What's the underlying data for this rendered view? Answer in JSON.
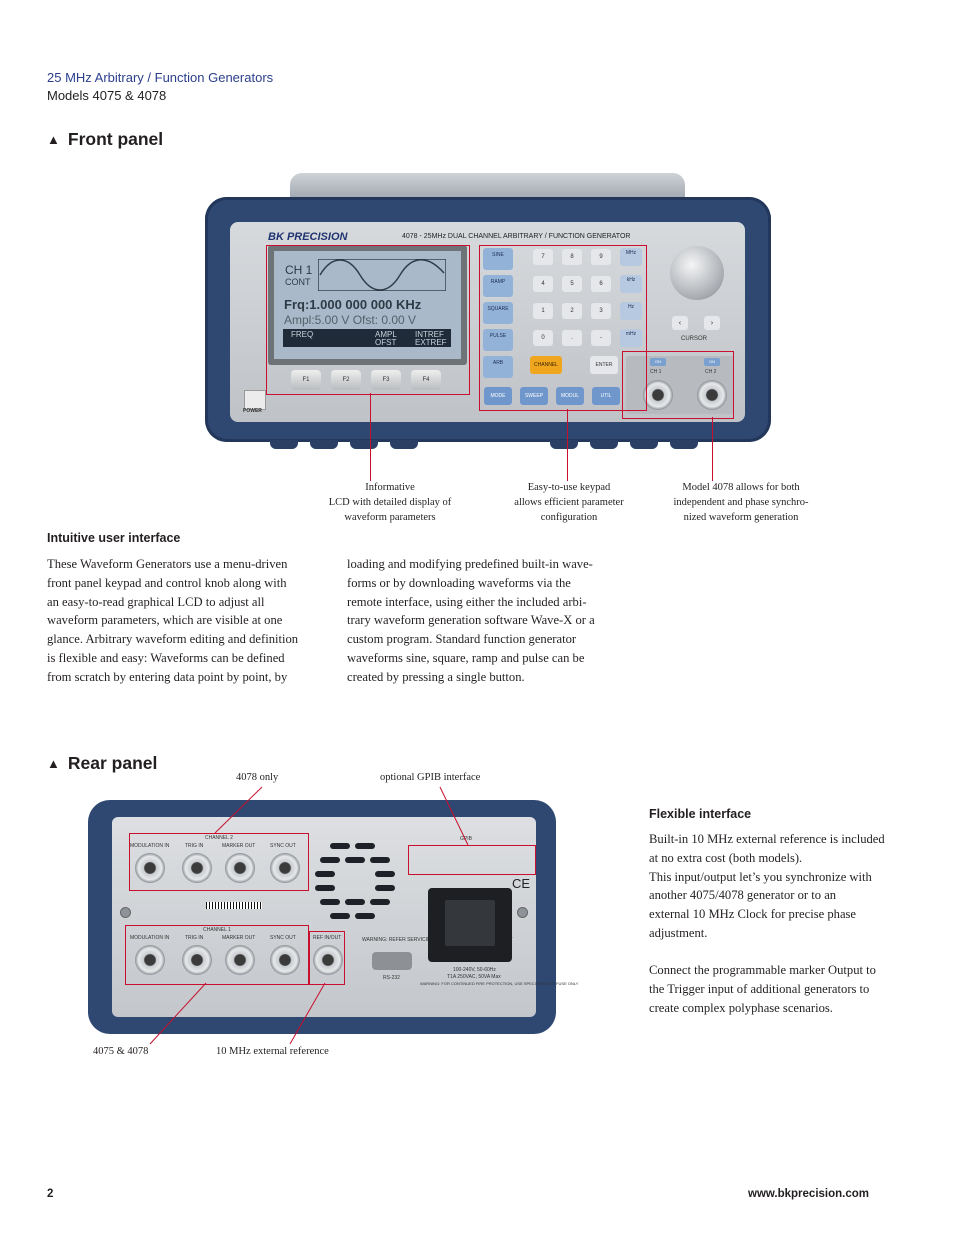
{
  "header": {
    "line1": "25 MHz Arbitrary / Function Generators",
    "line2": "Models 4075 & 4078"
  },
  "front_panel": {
    "title": "Front panel",
    "device": {
      "brand": "BK PRECISION",
      "model_title": "4078 - 25MHz DUAL CHANNEL ARBITRARY / FUNCTION GENERATOR",
      "lcd": {
        "channel": "CH 1",
        "mode": "CONT",
        "frequency": "Frq:1.000 000 000 KHz",
        "amplitude": "Ampl:5.00  V  Ofst: 0.00 V",
        "menu": [
          "FREQ",
          "AMPL",
          "INTREF",
          "OFST",
          "EXTREF"
        ]
      },
      "softkeys": [
        "F1",
        "F2",
        "F3",
        "F4"
      ],
      "power_label": "POWER",
      "wave_keys": [
        "SINE",
        "RAMP",
        "SQUARE",
        "PULSE",
        "ARB"
      ],
      "num_keys": [
        "7",
        "8",
        "9",
        "4",
        "5",
        "6",
        "1",
        "2",
        "3",
        "0",
        ".",
        "-"
      ],
      "unit_keys": [
        "MHz",
        "kHz",
        "Hz",
        "mHz"
      ],
      "channel_key": "CHANNEL",
      "enter_key": "ENTER",
      "bottom_keys": [
        "MODE",
        "SWEEP",
        "MODUL",
        "UTIL"
      ],
      "cursor_label": "CURSOR",
      "outputs": [
        "CH 1",
        "CH 2"
      ]
    },
    "callouts": {
      "lcd": [
        "Informative",
        "LCD with detailed display of",
        "waveform parameters"
      ],
      "keypad": [
        "Easy-to-use keypad",
        "allows efficient parameter",
        "configuration"
      ],
      "dual": [
        "Model 4078 allows for both",
        "independent and phase synchro-",
        "nized waveform generation"
      ]
    }
  },
  "intuitive": {
    "heading": "Intuitive user interface",
    "col1": [
      "These Waveform Generators use a menu-driven",
      "front panel keypad and control knob along with",
      "an easy-to-read graphical LCD to adjust all",
      "waveform parameters, which are visible at one",
      "glance. Arbitrary waveform editing and definition",
      "is flexible and easy:  Waveforms can be defined",
      "from scratch by entering data point by point, by"
    ],
    "col2": [
      "loading and modifying predefined built-in wave-",
      "forms or by downloading waveforms via the",
      "remote interface, using either the included arbi-",
      "trary waveform generation software Wave-X or a",
      "custom program. Standard function generator",
      "waveforms sine, square, ramp and pulse can be",
      "created by pressing a single button."
    ]
  },
  "rear_panel": {
    "title": "Rear panel",
    "callouts": {
      "only_4078": "4078 only",
      "gpib": "optional GPIB interface",
      "both": "4075 & 4078",
      "ext_ref": "10 MHz external reference"
    },
    "device": {
      "channel2": "CHANNEL 2",
      "channel1": "CHANNEL 1",
      "ports": [
        "MODULATION IN",
        "TRIG IN",
        "MARKER OUT",
        "SYNC OUT"
      ],
      "ref_label": "REF IN/OUT",
      "gpib_label": "GPIB",
      "rs232": "RS-232",
      "ce": "CE",
      "warning1": "WARNING: REFER SERVICING TO TRAINED PERSONNEL ONLY",
      "power_spec": "100-240V, 50-60Hz",
      "fuse_spec": "T1A 250VAC, 50VA Max",
      "warning2": "WARNING: FOR CONTINUED FIRE PROTECTION, USE SPECIFIED LINE FUSE ONLY"
    }
  },
  "flexible": {
    "heading": "Flexible interface",
    "para1": [
      "Built-in 10 MHz external reference is included",
      "at no extra cost (both models).",
      "This input/output let’s you synchronize with",
      "another 4075/4078 generator or to an",
      "external 10 MHz Clock for precise phase",
      "adjustment."
    ],
    "para2": [
      "Connect the programmable marker Output to",
      "the Trigger input of additional generators to",
      "create complex polyphase scenarios."
    ]
  },
  "footer": {
    "page": "2",
    "url": "www.bkprecision.com"
  },
  "colors": {
    "header_blue": "#2b3f8c",
    "callout_red": "#c8102e",
    "device_navy": "#2e4872"
  }
}
